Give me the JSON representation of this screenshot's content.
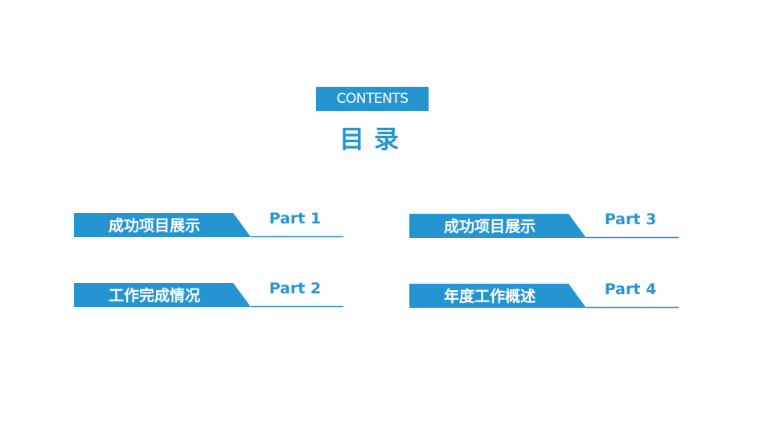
{
  "header": {
    "badge": "CONTENTS",
    "title": "目录"
  },
  "accent_color": "#2595d2",
  "items": [
    {
      "label": "成功项目展示",
      "part": "Part 1"
    },
    {
      "label": "工作完成情况",
      "part": "Part 2"
    },
    {
      "label": "成功项目展示",
      "part": "Part 3"
    },
    {
      "label": "年度工作概述",
      "part": "Part 4"
    }
  ]
}
